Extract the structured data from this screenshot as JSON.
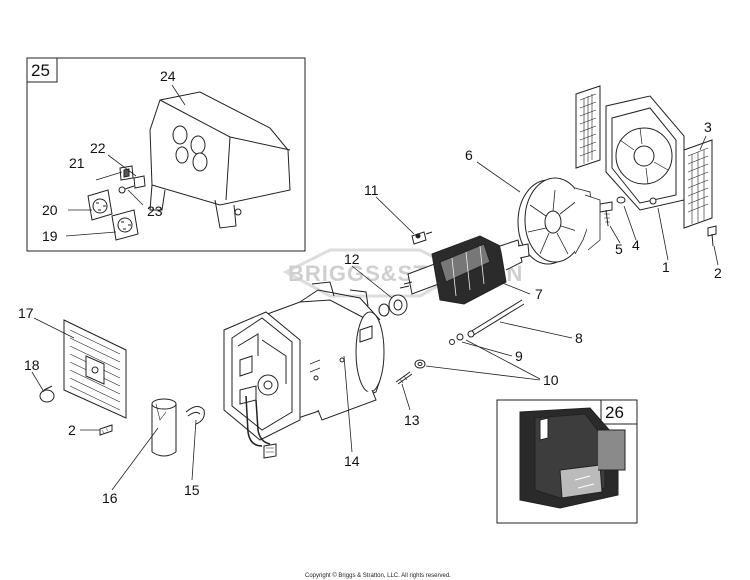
{
  "diagram": {
    "boxes": [
      {
        "id": "25",
        "label": "25"
      },
      {
        "id": "26",
        "label": "26"
      }
    ],
    "callouts": [
      {
        "label": "1"
      },
      {
        "label": "2"
      },
      {
        "label": "3"
      },
      {
        "label": "4"
      },
      {
        "label": "5"
      },
      {
        "label": "6"
      },
      {
        "label": "7"
      },
      {
        "label": "8"
      },
      {
        "label": "9"
      },
      {
        "label": "10"
      },
      {
        "label": "11"
      },
      {
        "label": "12"
      },
      {
        "label": "13"
      },
      {
        "label": "14"
      },
      {
        "label": "15"
      },
      {
        "label": "16"
      },
      {
        "label": "17"
      },
      {
        "label": "18"
      },
      {
        "label": "2"
      },
      {
        "label": "19"
      },
      {
        "label": "20"
      },
      {
        "label": "21"
      },
      {
        "label": "22"
      },
      {
        "label": "23"
      },
      {
        "label": "24"
      }
    ],
    "watermark": "BRIGGS&STRATTON",
    "copyright": "Copyright © Briggs & Stratton, LLC. All rights reserved."
  }
}
